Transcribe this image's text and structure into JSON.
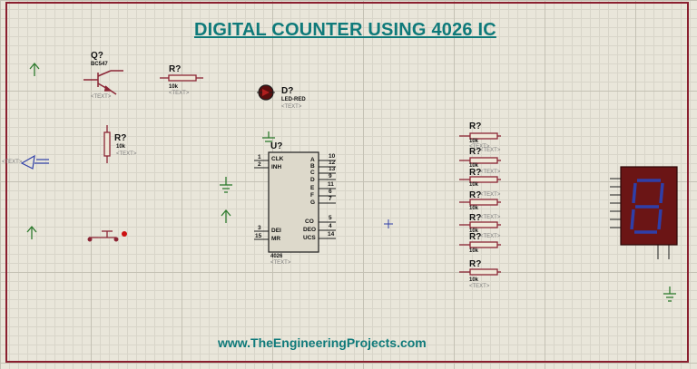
{
  "title": "DIGITAL COUNTER USING 4026 IC",
  "footer": "www.TheEngineeringProjects.com",
  "text_placeholder": "<TEXT>",
  "transistor": {
    "ref": "Q?",
    "value": "BC547"
  },
  "resistor_top": {
    "ref": "R?",
    "value": "10k"
  },
  "resistor_vertical": {
    "ref": "R?",
    "value": "10k"
  },
  "led": {
    "ref": "D?",
    "value": "LED-RED"
  },
  "ic": {
    "ref": "U?",
    "value": "4026",
    "left_pins": [
      {
        "num": "1",
        "name": "CLK"
      },
      {
        "num": "2",
        "name": "INH"
      },
      {
        "num": "3",
        "name": "DEI"
      },
      {
        "num": "15",
        "name": "MR"
      }
    ],
    "right_pins": [
      {
        "num": "10",
        "name": "A"
      },
      {
        "num": "12",
        "name": "B"
      },
      {
        "num": "13",
        "name": "C"
      },
      {
        "num": "9",
        "name": "D"
      },
      {
        "num": "11",
        "name": "E"
      },
      {
        "num": "6",
        "name": "F"
      },
      {
        "num": "7",
        "name": "G"
      },
      {
        "num": "5",
        "name": "CO"
      },
      {
        "num": "4",
        "name": "DEO"
      },
      {
        "num": "14",
        "name": "UCS"
      }
    ]
  },
  "resistor_bank": [
    {
      "ref": "R?",
      "value": "10k"
    },
    {
      "ref": "R?",
      "value": "10k"
    },
    {
      "ref": "R?",
      "value": "10k"
    },
    {
      "ref": "R?",
      "value": "10k"
    },
    {
      "ref": "R?",
      "value": "10k"
    },
    {
      "ref": "R?",
      "value": "10k"
    },
    {
      "ref": "R?",
      "value": "10k"
    }
  ],
  "display_digit": "8",
  "colors": {
    "frame": "#8a1f2f",
    "title": "#0f7a7a",
    "component": "#8b2535",
    "display_body": "#6b1515",
    "segment": "#2f3fa8",
    "wire": "#2e7a2e"
  }
}
